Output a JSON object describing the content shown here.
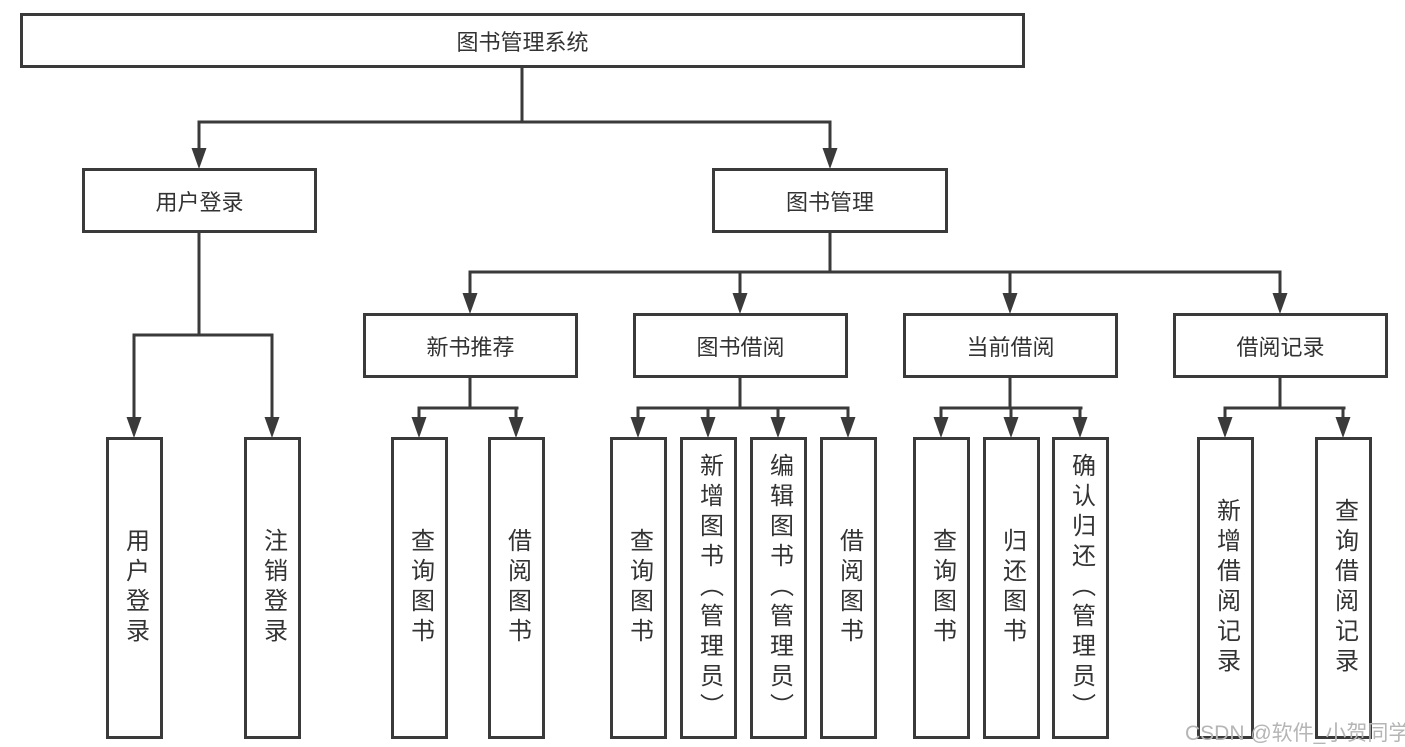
{
  "diagram": {
    "root": {
      "label": "图书管理系统"
    },
    "level2": [
      {
        "label": "用户登录"
      },
      {
        "label": "图书管理"
      }
    ],
    "level3": [
      {
        "label": "新书推荐"
      },
      {
        "label": "图书借阅"
      },
      {
        "label": "当前借阅"
      },
      {
        "label": "借阅记录"
      }
    ],
    "leaves": [
      {
        "label": "用户登录"
      },
      {
        "label": "注销登录"
      },
      {
        "label": "查询图书"
      },
      {
        "label": "借阅图书"
      },
      {
        "label": "查询图书"
      },
      {
        "label": "新增图书（管理员）"
      },
      {
        "label": "编辑图书（管理员）"
      },
      {
        "label": "借阅图书"
      },
      {
        "label": "查询图书"
      },
      {
        "label": "归还图书"
      },
      {
        "label": "确认归还（管理员）"
      },
      {
        "label": "新增借阅记录"
      },
      {
        "label": "查询借阅记录"
      }
    ]
  },
  "watermark": {
    "text": "CSDN @软件_小贺同学"
  },
  "colors": {
    "line": "#3a3a3a",
    "box_border": "#3a3a3a",
    "text": "#333333",
    "background": "#ffffff",
    "watermark": "#b5b5b5"
  }
}
